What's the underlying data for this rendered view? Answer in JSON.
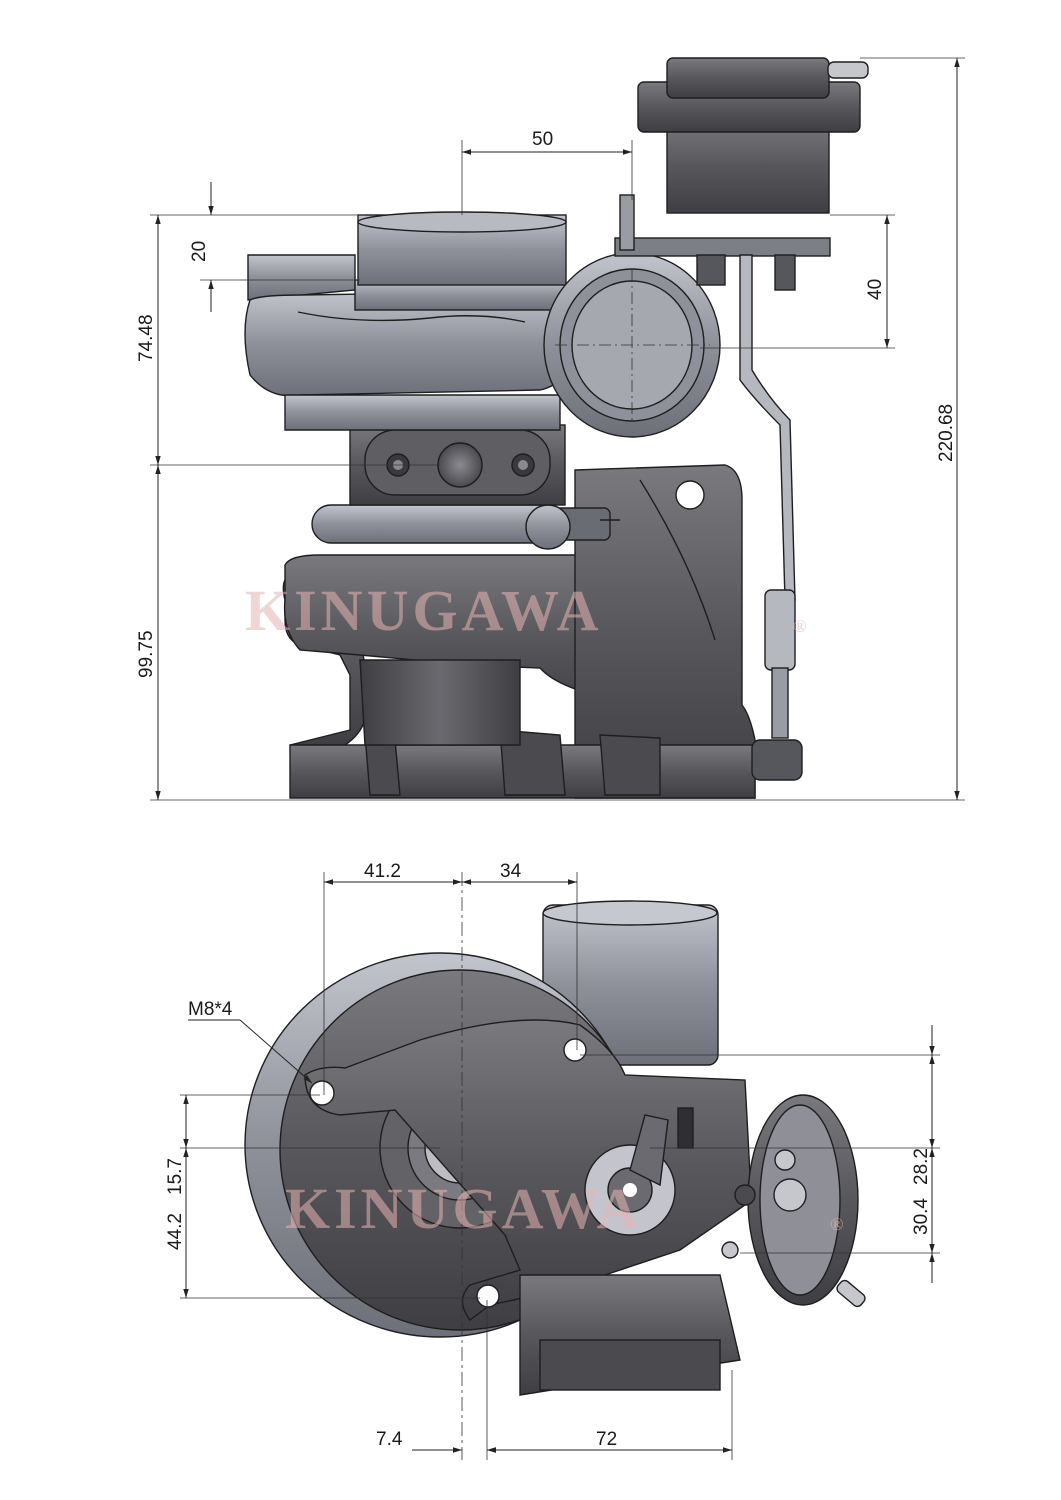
{
  "watermark": {
    "brand": "KINUGAWA",
    "registered": "®"
  },
  "side_view": {
    "dimensions": {
      "width_outlet_offset": "50",
      "flange_height": "20",
      "upper_height": "74.48",
      "actuator_offset": "40",
      "overall_height": "220.68",
      "lower_height": "99.75"
    }
  },
  "front_view": {
    "dimensions": {
      "left_offset": "41.2",
      "right_offset": "34",
      "bolt_note": "M8*4",
      "vertical_left_a": "44.2",
      "vertical_left_b": "15.7",
      "vertical_right_a": "30.4",
      "vertical_right_b": "28.2",
      "bottom_left": "7.4",
      "bottom_right": "72"
    }
  },
  "colors": {
    "dark_housing": "#5a5a5e",
    "light_housing": "#9a9ca6",
    "watermark": "#e7b3b3"
  }
}
